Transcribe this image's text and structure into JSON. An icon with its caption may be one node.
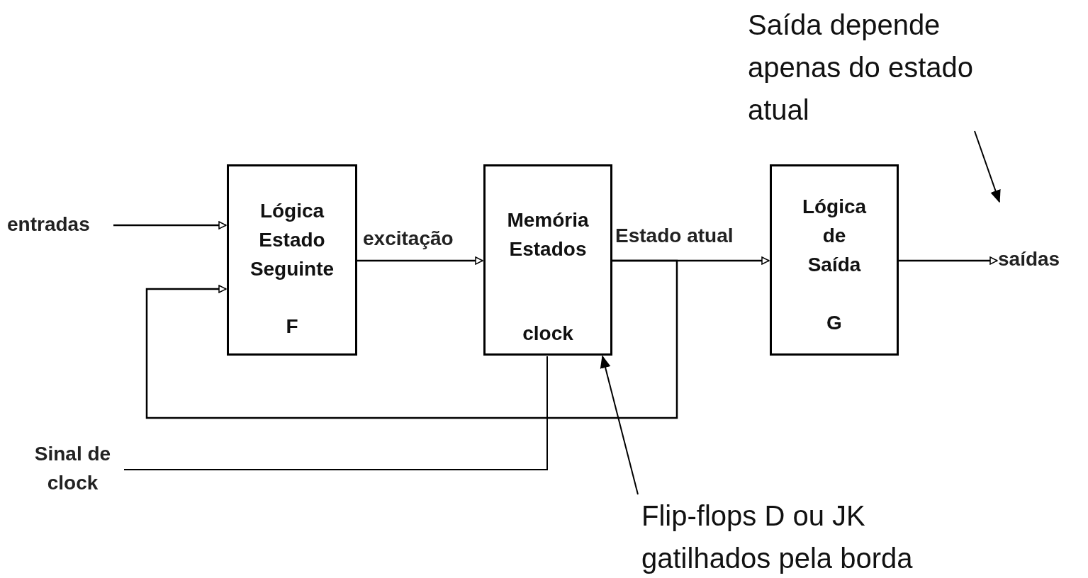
{
  "diagram": {
    "nodes": [
      {
        "text": [
          "entradas"
        ]
      },
      {
        "text": [
          "Lógica Estado Seguinte",
          "F"
        ]
      },
      {
        "text": [
          "Memória Estados",
          "clock"
        ]
      },
      {
        "text": [
          "Lógica de Saída",
          "G"
        ]
      },
      {
        "text": [
          "saídas"
        ]
      },
      {
        "text": [
          "Sinal de clock"
        ]
      },
      {
        "text": [
          "Saída depende apenas do estado atual"
        ]
      },
      {
        "text": [
          "Flip-flops D ou JK gatilhados pela borda"
        ]
      }
    ],
    "edges": [
      {
        "from": 0,
        "to": 1,
        "arrow": "to"
      },
      {
        "from": 1,
        "to": 2,
        "arrow": "to",
        "label": "excitação"
      },
      {
        "from": 2,
        "to": 3,
        "arrow": "to",
        "label": "Estado atual"
      },
      {
        "from": 3,
        "to": 4,
        "arrow": "to"
      },
      {
        "from": 2,
        "to": 1,
        "arrow": "to"
      },
      {
        "from": 5,
        "to": 2,
        "arrow": "none"
      },
      {
        "from": 6,
        "to": null,
        "arrow": "to"
      },
      {
        "from": 7,
        "to": 2,
        "arrow": "to"
      }
    ]
  }
}
